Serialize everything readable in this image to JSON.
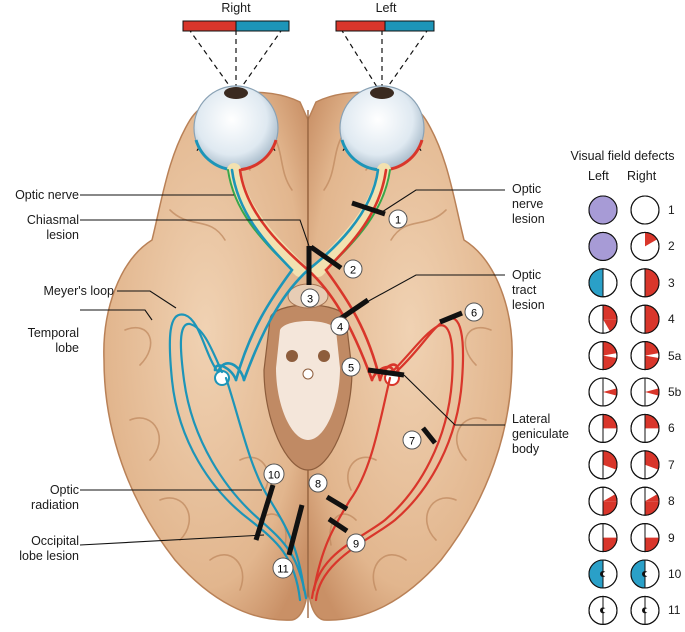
{
  "header": {
    "right_eye_label": "Right",
    "left_eye_label": "Left"
  },
  "labels": {
    "optic_nerve": "Optic nerve",
    "chiasmal_lesion": [
      "Chiasmal",
      "lesion"
    ],
    "meyers_loop": "Meyer's loop",
    "temporal_lobe": [
      "Temporal",
      "lobe"
    ],
    "optic_radiation": [
      "Optic",
      "radiation"
    ],
    "occipital_lobe_lesion": [
      "Occipital",
      "lobe lesion"
    ],
    "optic_nerve_lesion": [
      "Optic",
      "nerve",
      "lesion"
    ],
    "optic_tract_lesion": [
      "Optic",
      "tract",
      "lesion"
    ],
    "lateral_geniculate_body": [
      "Lateral",
      "geniculate",
      "body"
    ]
  },
  "lesion_markers": [
    "1",
    "2",
    "3",
    "4",
    "5",
    "6",
    "7",
    "8",
    "9",
    "10",
    "11"
  ],
  "visual_fields": {
    "title": "Visual field defects",
    "left_header": "Left",
    "right_header": "Right",
    "rows": [
      {
        "id": "1"
      },
      {
        "id": "2"
      },
      {
        "id": "3"
      },
      {
        "id": "4"
      },
      {
        "id": "5a"
      },
      {
        "id": "5b"
      },
      {
        "id": "6"
      },
      {
        "id": "7"
      },
      {
        "id": "8"
      },
      {
        "id": "9"
      },
      {
        "id": "10"
      },
      {
        "id": "11"
      }
    ]
  },
  "colors": {
    "brain": "#e6c09a",
    "brain_shade": "#c89468",
    "red_pathway": "#d9362b",
    "blue_pathway": "#1d95b8",
    "green_fibers": "#3aa64a",
    "purple_defect": "#a79bd6",
    "red_defect": "#d9362b",
    "blue_defect": "#2aa0c8",
    "lesion_bar": "#111111"
  }
}
